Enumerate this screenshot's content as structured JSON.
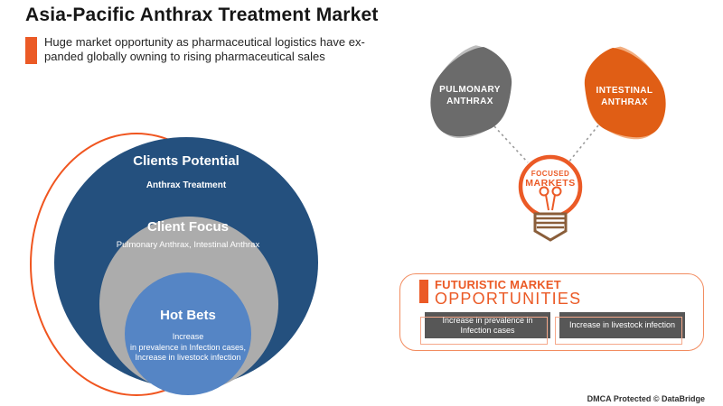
{
  "title": "Asia-Pacific Anthrax Treatment Market",
  "subtitle": "Huge market opportunity as pharmaceutical logistics have ex-\npanded globally owning to rising pharmaceutical sales",
  "onion": {
    "outer_title": "Clients Potential",
    "outer_sub": "Anthrax Treatment",
    "middle_title": "Client Focus",
    "middle_sub": "Pulmonary Anthrax, Intestinal Anthrax",
    "inner_title": "Hot Bets",
    "inner_sub": "Increase\nin prevalence in Infection cases,\nIncrease in livestock infection"
  },
  "focused": {
    "left_blob_label": "PULMONARY\nANTHRAX",
    "right_blob_label": "INTESTINAL\nANTHRAX",
    "bulb_line1": "FOCUSED",
    "bulb_line2": "MARKETS"
  },
  "opportunities": {
    "heading_line1": "FUTURISTIC MARKET",
    "heading_line2": "OPPORTUNITIES",
    "items": [
      "Increase in prevalence in Infection cases",
      "Increase in livestock infection"
    ]
  },
  "footer": "DMCA Protected © DataBridge",
  "colors": {
    "orange": "#EB5A26",
    "orange_deep": "#E05E15",
    "orange_light": "#F2AE80",
    "navy": "#24507E",
    "gray_circle": "#ACACAC",
    "light_blue": "#5585C5",
    "blob_gray": "#6B6B6B",
    "blob_gray_light": "#BDBDBD",
    "box_gray": "#575757",
    "bulb_base_brown": "#8A5E3A"
  }
}
